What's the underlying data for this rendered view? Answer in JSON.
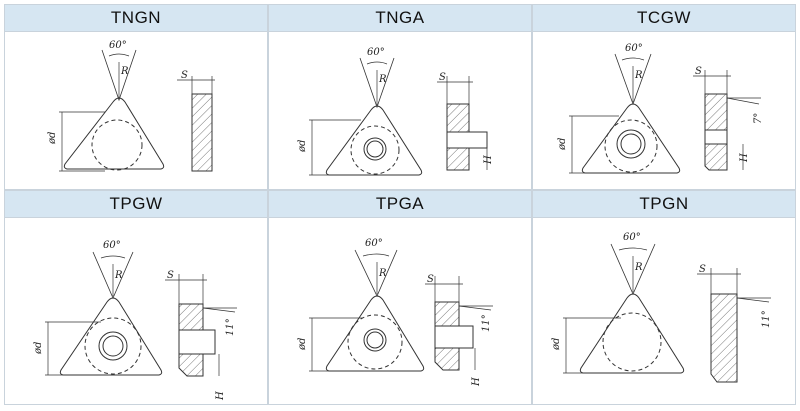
{
  "panels": [
    {
      "code": "TNGN",
      "angle": "60°",
      "radius": "R",
      "dia": "ød",
      "s": "S",
      "h": "",
      "clear": ""
    },
    {
      "code": "TNGA",
      "angle": "60°",
      "radius": "R",
      "dia": "ød",
      "s": "S",
      "h": "H",
      "clear": ""
    },
    {
      "code": "TCGW",
      "angle": "60°",
      "radius": "R",
      "dia": "ød",
      "s": "S",
      "h": "H",
      "clear": "7°"
    },
    {
      "code": "TPGW",
      "angle": "60°",
      "radius": "R",
      "dia": "ød",
      "s": "S",
      "h": "H",
      "clear": "11°"
    },
    {
      "code": "TPGA",
      "angle": "60°",
      "radius": "R",
      "dia": "ød",
      "s": "S",
      "h": "H",
      "clear": "11°"
    },
    {
      "code": "TPGN",
      "angle": "60°",
      "radius": "R",
      "dia": "ød",
      "s": "S",
      "h": "",
      "clear": "11°"
    }
  ],
  "colors": {
    "header_bg": "#d6e6f2",
    "border": "#c9d3dc",
    "line": "#333333"
  }
}
